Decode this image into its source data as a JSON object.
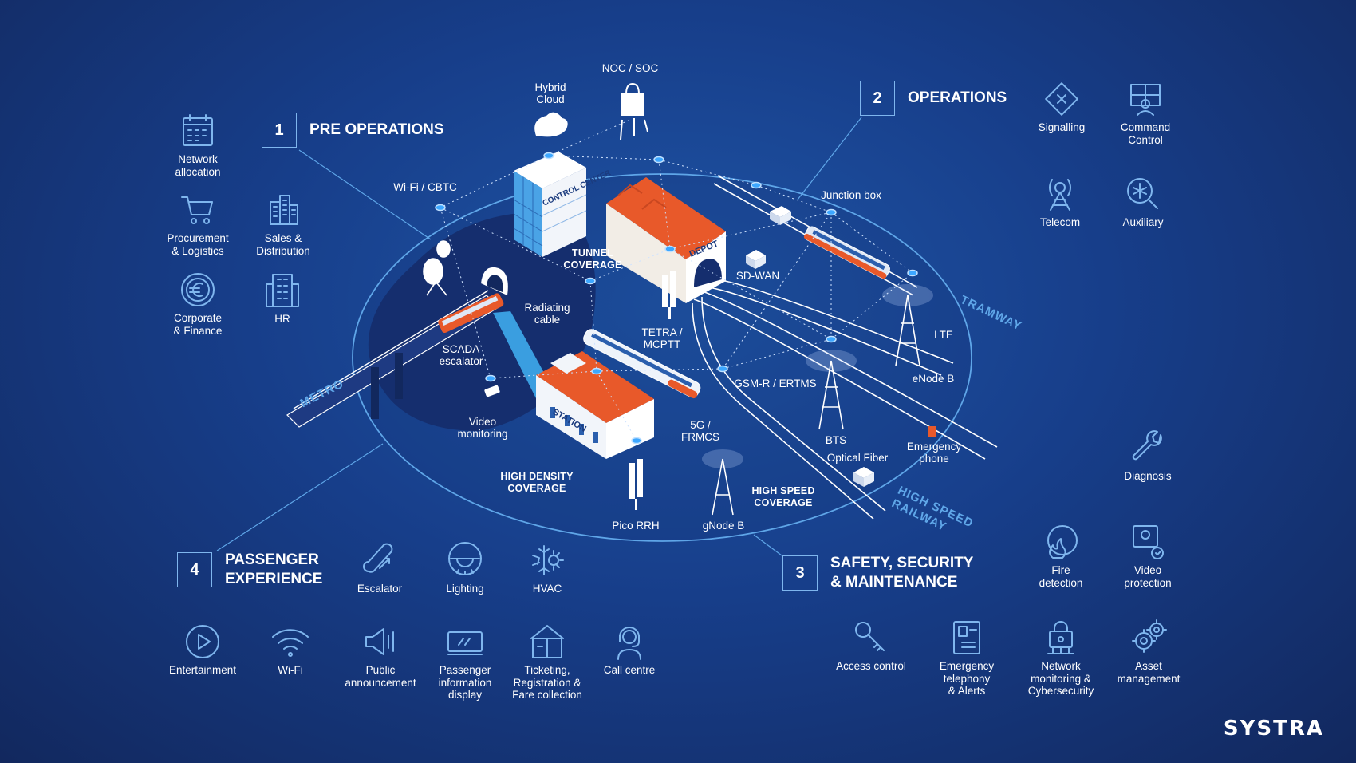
{
  "sections": {
    "pre_operations": {
      "number": "1",
      "title": "PRE OPERATIONS"
    },
    "operations": {
      "number": "2",
      "title": "OPERATIONS"
    },
    "safety": {
      "number": "3",
      "title_line1": "SAFETY, SECURITY",
      "title_line2": "& MAINTENANCE"
    },
    "passenger": {
      "number": "4",
      "title_line1": "PASSENGER",
      "title_line2": "EXPERIENCE"
    }
  },
  "pre_operations_items": [
    {
      "icon": "calendar-icon",
      "line1": "Network",
      "line2": "allocation"
    },
    {
      "icon": "cart-icon",
      "line1": "Procurement",
      "line2": "& Logistics"
    },
    {
      "icon": "buildings-icon",
      "line1": "Sales &",
      "line2": "Distribution"
    },
    {
      "icon": "euro-icon",
      "line1": "Corporate",
      "line2": "& Finance"
    },
    {
      "icon": "office-building-icon",
      "line1": "HR",
      "line2": ""
    }
  ],
  "operations_items": [
    {
      "icon": "signalling-icon",
      "line1": "Signalling",
      "line2": ""
    },
    {
      "icon": "command-control-icon",
      "line1": "Command",
      "line2": "Control"
    },
    {
      "icon": "telecom-icon",
      "line1": "Telecom",
      "line2": ""
    },
    {
      "icon": "auxiliary-icon",
      "line1": "Auxiliary",
      "line2": ""
    }
  ],
  "safety_items": [
    {
      "icon": "wrench-icon",
      "line1": "Diagnosis",
      "line2": "",
      "line3": ""
    },
    {
      "icon": "fire-icon",
      "line1": "Fire",
      "line2": "detection",
      "line3": ""
    },
    {
      "icon": "video-protection-icon",
      "line1": "Video",
      "line2": "protection",
      "line3": ""
    },
    {
      "icon": "key-icon",
      "line1": "Access control",
      "line2": "",
      "line3": ""
    },
    {
      "icon": "emergency-phone-icon",
      "line1": "Emergency",
      "line2": "telephony",
      "line3": "& Alerts"
    },
    {
      "icon": "lock-network-icon",
      "line1": "Network",
      "line2": "monitoring &",
      "line3": "Cybersecurity"
    },
    {
      "icon": "gears-icon",
      "line1": "Asset",
      "line2": "management",
      "line3": ""
    }
  ],
  "passenger_items": [
    {
      "icon": "escalator-icon",
      "line1": "Escalator",
      "line2": "",
      "line3": ""
    },
    {
      "icon": "lighting-icon",
      "line1": "Lighting",
      "line2": "",
      "line3": ""
    },
    {
      "icon": "hvac-icon",
      "line1": "HVAC",
      "line2": "",
      "line3": ""
    },
    {
      "icon": "play-icon",
      "line1": "Entertainment",
      "line2": "",
      "line3": ""
    },
    {
      "icon": "wifi-icon",
      "line1": "Wi-Fi",
      "line2": "",
      "line3": ""
    },
    {
      "icon": "megaphone-icon",
      "line1": "Public",
      "line2": "announcement",
      "line3": ""
    },
    {
      "icon": "display-icon",
      "line1": "Passenger",
      "line2": "information",
      "line3": "display"
    },
    {
      "icon": "ticket-icon",
      "line1": "Ticketing,",
      "line2": "Registration &",
      "line3": "Fare collection"
    },
    {
      "icon": "headset-icon",
      "line1": "Call centre",
      "line2": "",
      "line3": ""
    }
  ],
  "diagram_labels": {
    "noc_soc": "NOC / SOC",
    "hybrid_cloud_1": "Hybrid",
    "hybrid_cloud_2": "Cloud",
    "wifi_cbtc": "Wi-Fi / CBTC",
    "control_center": "CONTROL CENTER",
    "tunnel_1": "TUNNEL",
    "tunnel_2": "COVERAGE",
    "depot": "DEPOT",
    "junction_box": "Junction box",
    "sd_wan": "SD-WAN",
    "radiating_1": "Radiating",
    "radiating_2": "cable",
    "tetra_1": "TETRA /",
    "tetra_2": "MCPTT",
    "scada_1": "SCADA",
    "scada_2": "escalator",
    "lte": "LTE",
    "enodeb": "eNode B",
    "gsmr": "GSM-R / ERTMS",
    "video_1": "Video",
    "video_2": "monitoring",
    "station": "STATION",
    "g5_1": "5G /",
    "g5_2": "FRMCS",
    "bts": "BTS",
    "optical": "Optical Fiber",
    "emergency_1": "Emergency",
    "emergency_2": "phone",
    "high_density_1": "HIGH DENSITY",
    "high_density_2": "COVERAGE",
    "high_speed_1": "HIGH SPEED",
    "high_speed_2": "COVERAGE",
    "pico": "Pico RRH",
    "gnodeb": "gNode B",
    "metro": "METRO",
    "tramway": "TRAMWAY",
    "hsr_1": "HIGH SPEED",
    "hsr_2": "RAILWAY"
  },
  "brand": "SYSTRA",
  "colors": {
    "accent": "#7fb6ee",
    "orange": "#e8592a",
    "background": "#173e8a"
  }
}
